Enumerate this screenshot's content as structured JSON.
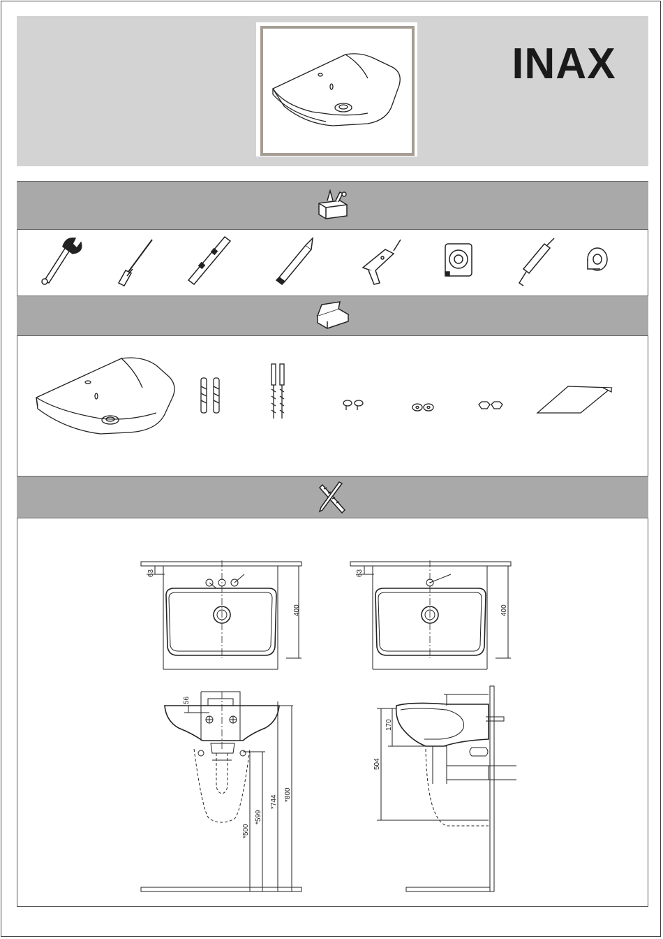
{
  "brand": {
    "name": "INAX"
  },
  "sections": {
    "tools": {
      "icon": "toolbox-icon"
    },
    "parts": {
      "icon": "parts-box-icon"
    },
    "dimensions": {
      "icon": "ruler-pencil-icon"
    }
  },
  "tools": [
    {
      "icon": "adjustable-wrench-icon"
    },
    {
      "icon": "screwdriver-icon"
    },
    {
      "icon": "spirit-level-icon"
    },
    {
      "icon": "pencil-icon"
    },
    {
      "icon": "drill-icon"
    },
    {
      "icon": "tape-measure-icon"
    },
    {
      "icon": "silicone-gun-icon"
    },
    {
      "icon": "sealing-tape-icon"
    }
  ],
  "parts": [
    {
      "icon": "washbasin-icon"
    },
    {
      "icon": "wall-plugs-icon"
    },
    {
      "icon": "hanger-bolts-icon"
    },
    {
      "icon": "caps-icon"
    },
    {
      "icon": "washers-icon"
    },
    {
      "icon": "nuts-icon"
    },
    {
      "icon": "template-sheet-icon"
    }
  ],
  "dims": {
    "top_left_63": "63",
    "top_left_400": "400",
    "top_right_63": "63",
    "top_right_400": "400",
    "front_56": "56",
    "front_500": "*500",
    "front_599": "*599",
    "front_744": "*744",
    "front_800": "*800",
    "side_170": "170",
    "side_504": "504"
  }
}
